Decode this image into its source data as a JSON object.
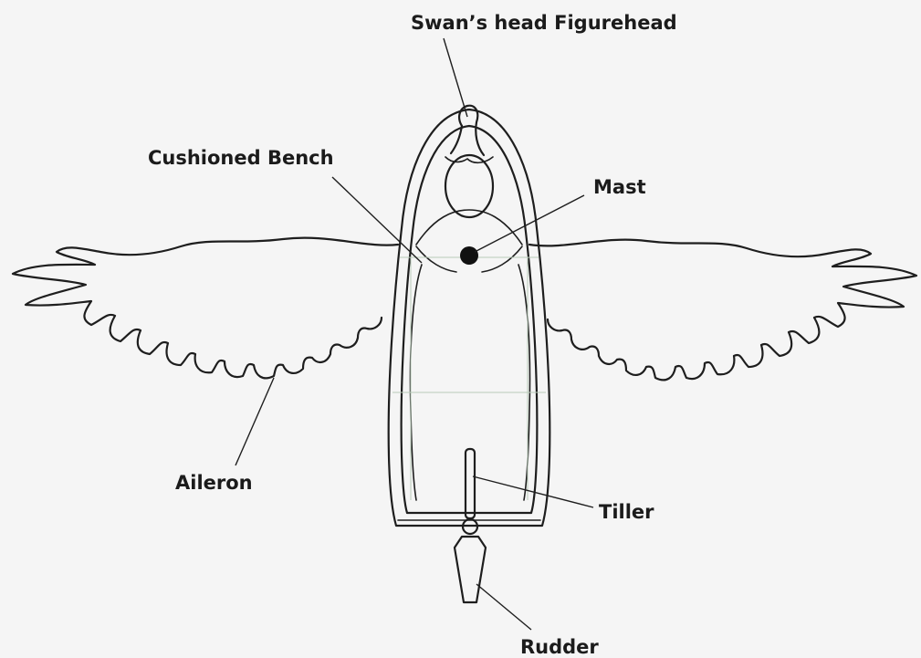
{
  "colors": {
    "background": "#f5f5f5",
    "ink": "#1e1e1e",
    "guide": "#b9ccb9"
  },
  "labels": {
    "figurehead": "Swan’s head Figurehead",
    "bench": "Cushioned Bench",
    "mast": "Mast",
    "aileron": "Aileron",
    "tiller": "Tiller",
    "rudder": "Rudder"
  }
}
